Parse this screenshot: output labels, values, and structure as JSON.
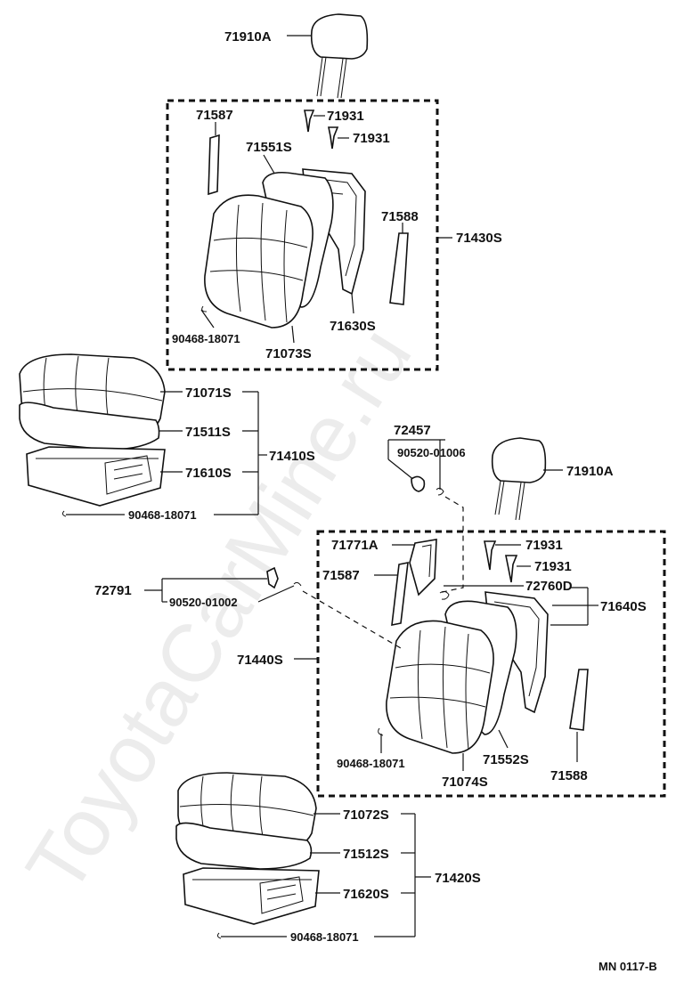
{
  "watermark": "ToyotaCarMine.ru",
  "figure_code": "MN 0117-B",
  "labels": {
    "headrest_top": "71910A",
    "belt_guide_left_top": "71587",
    "clip_top_1": "71931",
    "clip_top_2": "71931",
    "back_pad_top": "71551S",
    "back_cover_guide_top": "71588",
    "back_assy_top": "71430S",
    "back_frame_top": "71630S",
    "hog_ring_top": "90468-18071",
    "back_cover_top": "71073S",
    "cushion_cover_left": "71071S",
    "cushion_pad_left": "71511S",
    "cushion_assy_left": "71410S",
    "cushion_frame_left": "71610S",
    "hog_ring_left": "90468-18071",
    "lever_assy": "72457",
    "lever_bolt": "90520-01006",
    "headrest_right": "71910A",
    "cover_71771": "71771A",
    "clip_right_1": "71931",
    "clip_right_2": "71931",
    "belt_guide_right": "71587",
    "knob_72760": "72760D",
    "back_assy_right": "71640S",
    "knob_72791": "72791",
    "knob_bolt": "90520-01002",
    "back_cushion_assy": "71440S",
    "hog_ring_right": "90468-18071",
    "back_pad_right": "71552S",
    "back_cover_right": "71074S",
    "back_guide_right": "71588",
    "cushion_cover_bottom": "71072S",
    "cushion_pad_bottom": "71512S",
    "cushion_assy_bottom": "71420S",
    "cushion_frame_bottom": "71620S",
    "hog_ring_bottom": "90468-18071"
  }
}
